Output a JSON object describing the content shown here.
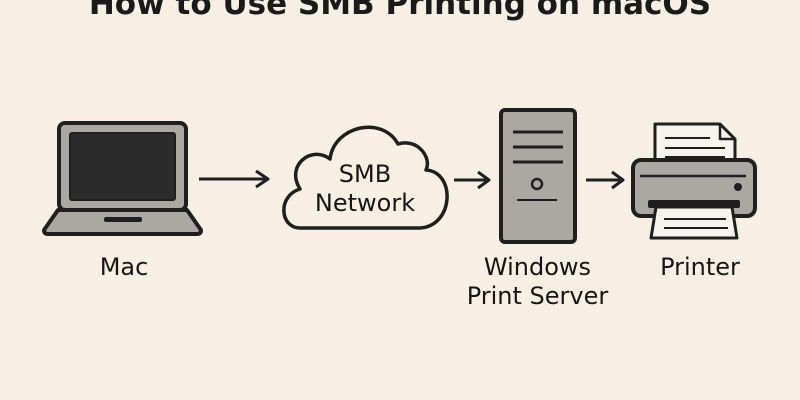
{
  "title": "How to Use SMB Printing on macOS",
  "nodes": {
    "mac": {
      "label": "Mac"
    },
    "network": {
      "line1": "SMB",
      "line2": "Network"
    },
    "server": {
      "line1": "Windows",
      "line2": "Print Server"
    },
    "printer": {
      "label": "Printer"
    }
  },
  "icons": {
    "mac": "laptop-icon",
    "network": "cloud-icon",
    "server": "server-tower-icon",
    "printer": "printer-icon",
    "arrow": "arrow-right-icon"
  },
  "colors": {
    "background": "#f7efe3",
    "stroke": "#1f1f1f",
    "fill_gray": "#a9a8a3",
    "screen": "#2b2b2b",
    "paper": "#f7f4ee"
  }
}
